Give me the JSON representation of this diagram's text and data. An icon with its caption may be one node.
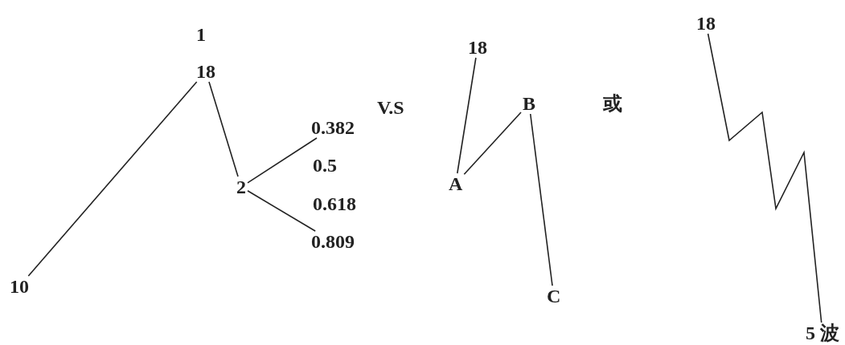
{
  "diagram": {
    "nodes": [
      {
        "text": [
          "10"
        ]
      },
      {
        "text": [
          "18"
        ]
      },
      {
        "text": [
          "2"
        ]
      },
      {
        "text": [
          "0.382"
        ]
      },
      {
        "text": [
          "0.809"
        ]
      },
      {
        "text": [
          "18"
        ]
      },
      {
        "text": [
          "A"
        ]
      },
      {
        "text": [
          "B"
        ]
      },
      {
        "text": [
          "C"
        ]
      },
      {
        "text": [
          "18"
        ]
      },
      {
        "text": [
          "5 波"
        ]
      }
    ],
    "edges": [
      {
        "from": 0,
        "to": 1,
        "arrow": "none"
      },
      {
        "from": 1,
        "to": 2,
        "arrow": "none"
      },
      {
        "from": 2,
        "to": 3,
        "arrow": "none"
      },
      {
        "from": 2,
        "to": 4,
        "arrow": "none"
      },
      {
        "from": 5,
        "to": 6,
        "arrow": "none"
      },
      {
        "from": 6,
        "to": 7,
        "arrow": "none"
      },
      {
        "from": 7,
        "to": 8,
        "arrow": "none"
      },
      {
        "from": 9,
        "to": 10,
        "arrow": "none"
      }
    ],
    "labels": [
      "1",
      "0.5",
      "0.618",
      "V.S",
      "或"
    ]
  }
}
